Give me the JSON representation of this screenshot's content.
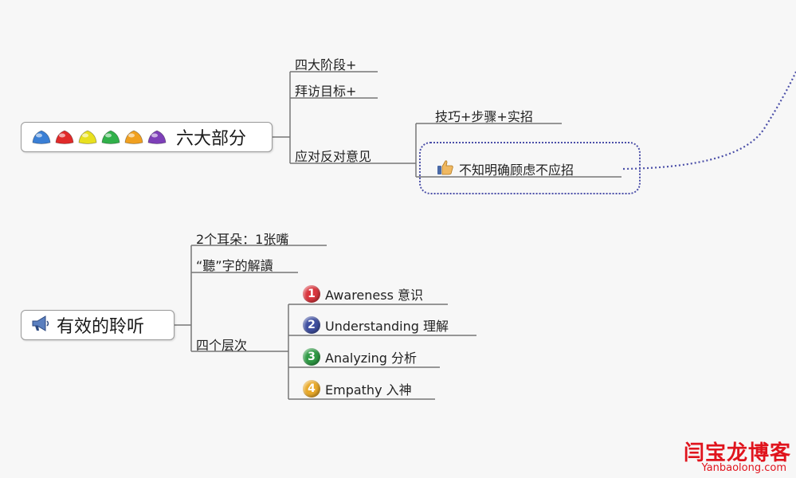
{
  "map1": {
    "central": {
      "label": "六大部分",
      "gem_colors": [
        "#3a7fd5",
        "#e02a2a",
        "#e8e020",
        "#31b04a",
        "#f0a020",
        "#7d3fb8"
      ]
    },
    "branches": [
      "四大阶段+",
      "拜访目标+",
      "应对反对意见"
    ],
    "sub_branches": [
      "技巧+步骤+实招",
      "不知明确顾虑不应招"
    ],
    "thumbs_icon": "thumbs-up-icon"
  },
  "map2": {
    "central": {
      "label": "有效的聆听",
      "icon": "megaphone-icon"
    },
    "branches": [
      "2个耳朵：1张嘴",
      "“聽”字的解讀",
      "四个层次"
    ],
    "levels": [
      {
        "num": "1",
        "text": "Awareness 意识",
        "color": "#d9363e"
      },
      {
        "num": "2",
        "text": "Understanding 理解",
        "color": "#3f4fa0"
      },
      {
        "num": "3",
        "text": "Analyzing 分析",
        "color": "#2f9a45"
      },
      {
        "num": "4",
        "text": "Empathy 入神",
        "color": "#e8a92a"
      }
    ]
  },
  "watermark": {
    "title": "闫宝龙博客",
    "url": "Yanbaolong.com"
  }
}
